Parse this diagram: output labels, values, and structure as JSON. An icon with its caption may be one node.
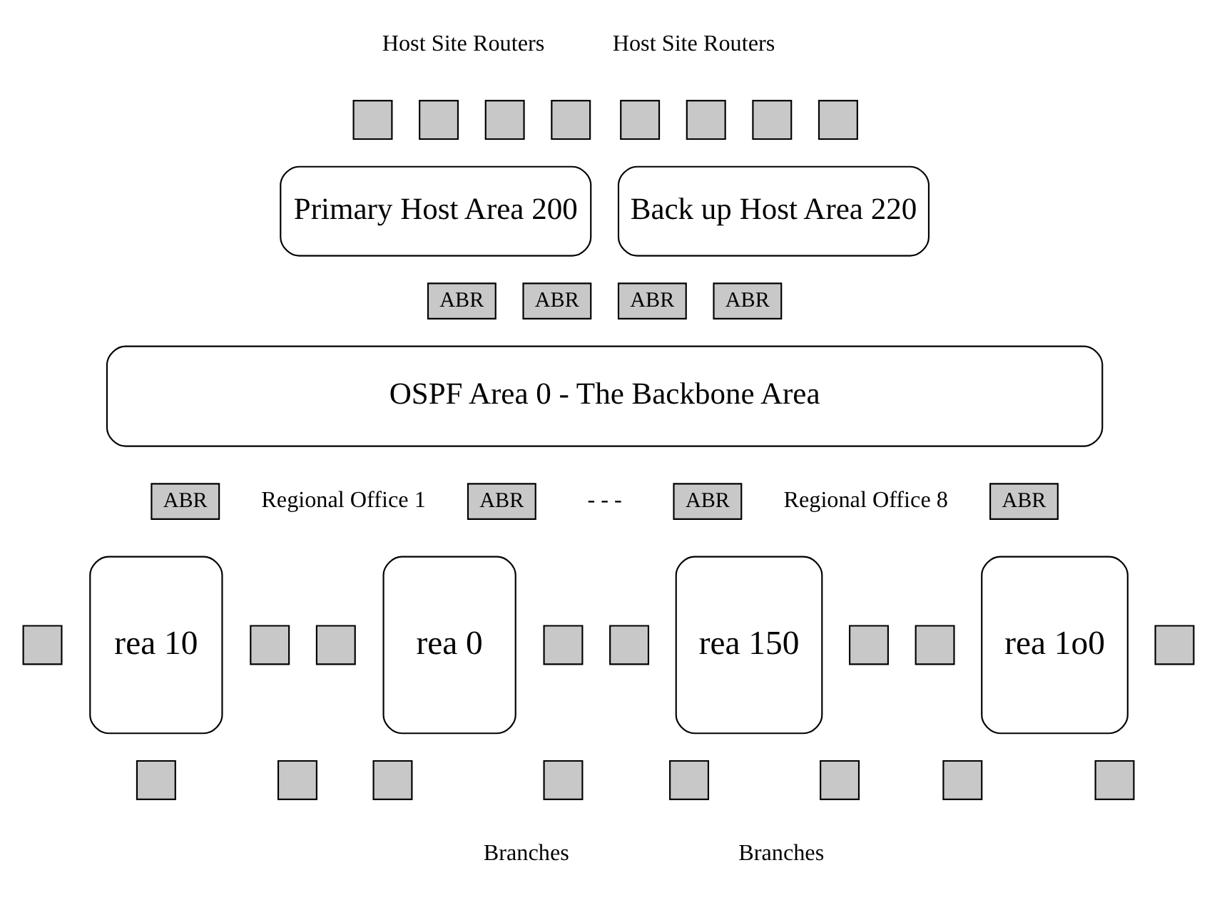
{
  "diagram": {
    "nodes": [
      {
        "text": [],
        "shape": "box"
      },
      {
        "text": [],
        "shape": "box"
      },
      {
        "text": [],
        "shape": "box"
      },
      {
        "text": [],
        "shape": "box"
      },
      {
        "text": [],
        "shape": "box"
      },
      {
        "text": [],
        "shape": "box"
      },
      {
        "text": [],
        "shape": "box"
      },
      {
        "text": [],
        "shape": "box"
      },
      {
        "text": [
          "Primary Host Area 200"
        ]
      },
      {
        "text": [
          "Back up Host Area 220"
        ]
      },
      {
        "text": [
          "ABR"
        ]
      },
      {
        "text": [
          "ABR"
        ]
      },
      {
        "text": [
          "ABR"
        ]
      },
      {
        "text": [
          "ABR"
        ]
      },
      {
        "text": [
          "OSPF Area 0 - The Backbone Area"
        ]
      },
      {
        "text": [
          "ABR"
        ]
      },
      {
        "text": [
          "ABR"
        ]
      },
      {
        "text": [
          "ABR"
        ]
      },
      {
        "text": [
          "ABR"
        ]
      },
      {
        "text": [
          "rea 10"
        ]
      },
      {
        "text": [
          "rea 0"
        ]
      },
      {
        "text": [
          "rea 150"
        ]
      },
      {
        "text": [
          "rea 1o0"
        ]
      },
      {
        "text": [],
        "shape": "box"
      },
      {
        "text": [],
        "shape": "box"
      },
      {
        "text": [],
        "shape": "box"
      },
      {
        "text": [],
        "shape": "box"
      },
      {
        "text": [],
        "shape": "box"
      },
      {
        "text": [],
        "shape": "box"
      },
      {
        "text": [],
        "shape": "box"
      },
      {
        "text": [],
        "shape": "box"
      },
      {
        "text": [],
        "shape": "box"
      },
      {
        "text": [],
        "shape": "box"
      },
      {
        "text": [],
        "shape": "box"
      },
      {
        "text": [],
        "shape": "box"
      },
      {
        "text": [],
        "shape": "box"
      },
      {
        "text": [],
        "shape": "box"
      },
      {
        "text": [],
        "shape": "box"
      },
      {
        "text": [],
        "shape": "box"
      }
    ],
    "labels": [
      "Host Site Routers",
      "Host Site Routers",
      "Regional Office 1",
      "- - -",
      "Regional Office 8",
      "Branches",
      "Branches"
    ]
  }
}
